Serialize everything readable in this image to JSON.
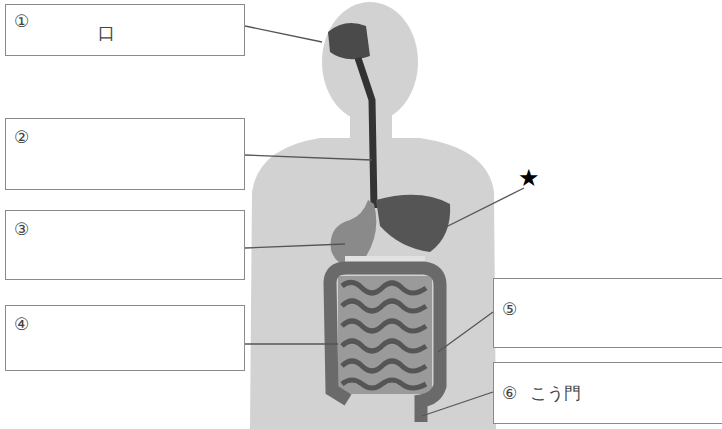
{
  "diagram": {
    "nodes": [
      {
        "text": [
          "①",
          "口"
        ]
      },
      {
        "text": [
          "②"
        ]
      },
      {
        "text": [
          "③"
        ]
      },
      {
        "text": [
          "④"
        ]
      },
      {
        "text": [
          "⑤"
        ]
      },
      {
        "text": [
          "⑥",
          "こう門"
        ]
      }
    ],
    "labels": [
      "★"
    ]
  }
}
